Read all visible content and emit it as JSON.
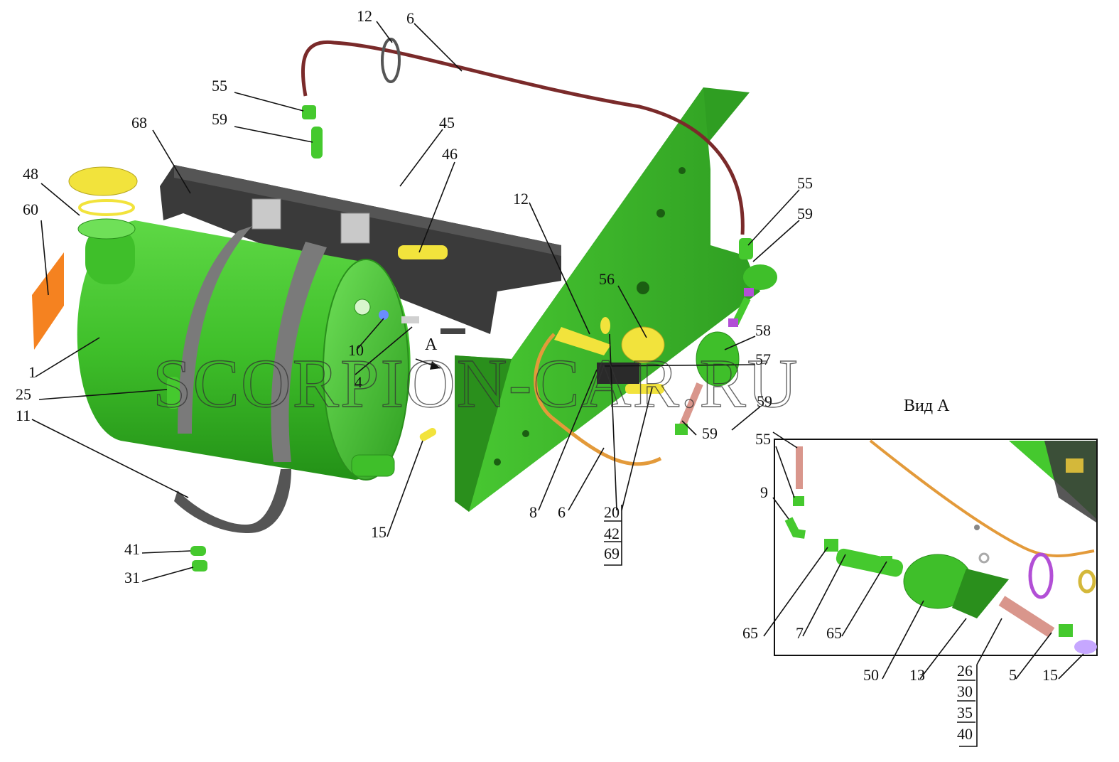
{
  "watermark": "SCORPION-CAR.RU",
  "view_title": "Вид А",
  "view_marker": "А",
  "labels": {
    "l12a": "12",
    "l6a": "6",
    "l55a": "55",
    "l59a": "59",
    "l68": "68",
    "l45": "45",
    "l46": "46",
    "l48": "48",
    "l60": "60",
    "l12b": "12",
    "l55b": "55",
    "l59b": "59",
    "l56": "56",
    "l58": "58",
    "l57": "57",
    "l10": "10",
    "l4": "4",
    "l1": "1",
    "l25": "25",
    "l11": "11",
    "l59c": "59",
    "l59d": "59",
    "l15a": "15",
    "l8": "8",
    "l6b": "6",
    "l20": "20",
    "l42": "42",
    "l69": "69",
    "l41": "41",
    "l31": "31",
    "l55c": "55",
    "l9": "9",
    "l65a": "65",
    "l7": "7",
    "l65b": "65",
    "l50": "50",
    "l13": "13",
    "l26": "26",
    "l30": "30",
    "l35": "35",
    "l40": "40",
    "l5": "5",
    "l15b": "15"
  },
  "colors": {
    "green": "#45c92e",
    "green_dark": "#2a8f1c",
    "bracket_gray": "#3d3d3d",
    "strap_gray": "#6b6b6b",
    "yellow": "#f2e33c",
    "pipe_brown": "#7a2a2a",
    "pipe_orange": "#e39a3a",
    "label_orange": "#f58220",
    "purple": "#b24fd6",
    "pink": "#d9968c"
  }
}
